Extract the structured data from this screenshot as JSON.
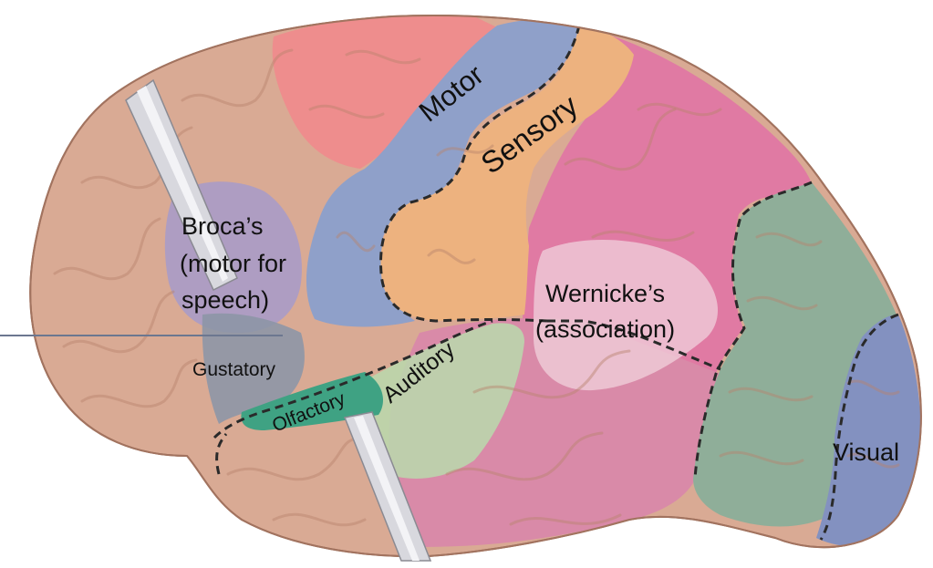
{
  "labels": {
    "motor": "Motor",
    "sensory": "Sensory",
    "broca_line1": "Broca’s",
    "broca_line2": "(motor for",
    "broca_line3": "speech)",
    "wernicke_line1": "Wernicke’s",
    "wernicke_line2": "(association)",
    "gustatory": "Gustatory",
    "olfactory": "Olfactory",
    "auditory": "Auditory",
    "visual": "Visual"
  },
  "colors": {
    "background": "#ffffff",
    "frontal": "#d9aa94",
    "frontal_fold": "#b9836d",
    "premotor": "#ee8d8d",
    "motor": "#8fa0c9",
    "sensory": "#edb27f",
    "parietal": "#e07aa3",
    "wernicke": "#f0d2dc",
    "temporal": "#d98aa8",
    "occipital_green": "#8fae99",
    "visual": "#8391c0",
    "broca": "#a99bc7",
    "gustatory": "#8d96a6",
    "olfactory": "#3fa283",
    "auditory": "#b9d9ad",
    "probe": "#d8d8de",
    "boundary": "#2a2a2a"
  }
}
